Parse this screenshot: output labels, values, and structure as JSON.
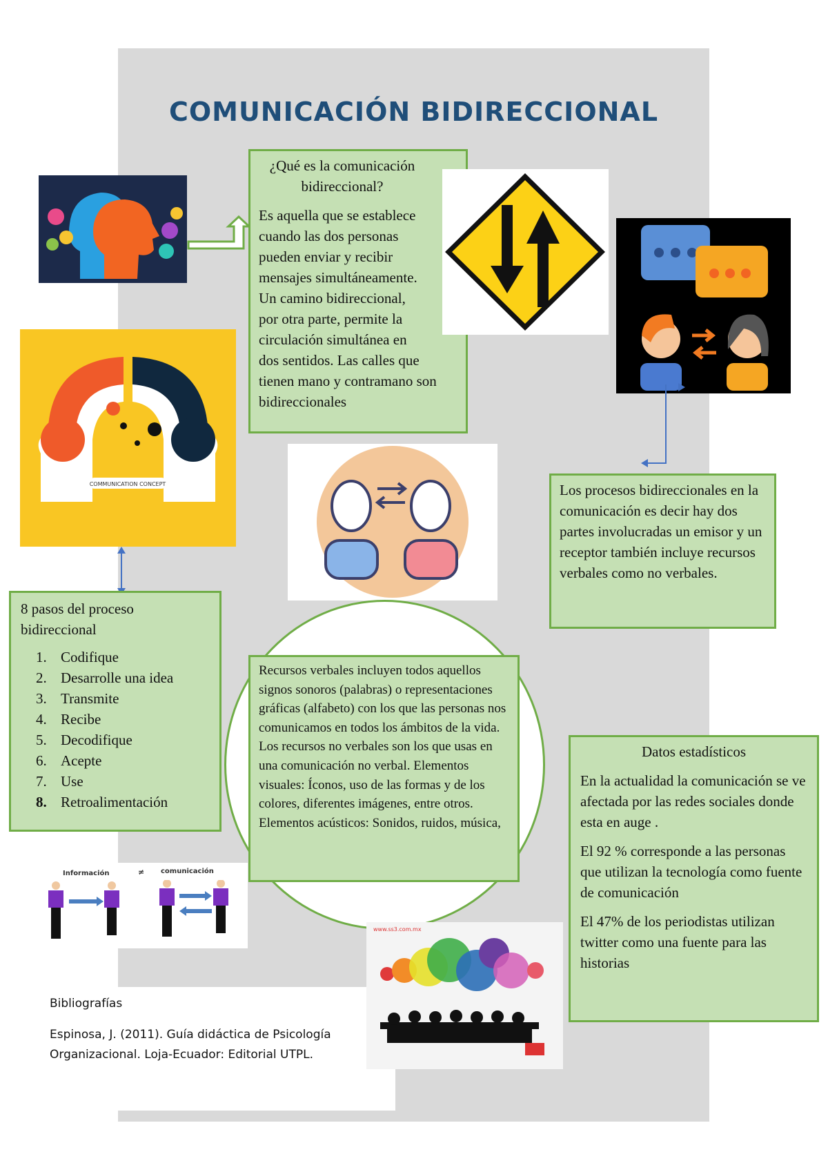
{
  "title": "COMUNICACIÓN BIDIRECCIONAL",
  "question_box": {
    "heading": "¿Qué es la comunicación bidireccional?",
    "body": "Es aquella que se establece cuando las dos personas pueden enviar y recibir mensajes simultáneamente. Un camino bidireccional, por otra parte, permite la circulación simultánea en dos sentidos. Las calles que tienen mano y contramano son bidireccionales"
  },
  "process_box": {
    "body": "Los procesos bidireccionales en la comunicación es decir hay dos partes involucradas un emisor y un receptor también incluye recursos verbales como no verbales."
  },
  "steps_box": {
    "heading": "8 pasos del proceso bidireccional",
    "steps": [
      {
        "n": "1.",
        "label": "Codifique"
      },
      {
        "n": "2.",
        "label": "Desarrolle una idea"
      },
      {
        "n": "3.",
        "label": "Transmite"
      },
      {
        "n": "4.",
        "label": "Recibe"
      },
      {
        "n": "5.",
        "label": "Decodifique"
      },
      {
        "n": "6.",
        "label": "Acepte"
      },
      {
        "n": "7.",
        "label": "Use"
      },
      {
        "n": "8.",
        "label": "Retroalimentación"
      }
    ]
  },
  "resources_box": {
    "body": "Recursos verbales incluyen todos aquellos signos sonoros (palabras) o representaciones gráficas (alfabeto) con los que las personas nos comunicamos en todos los ámbitos de la vida. Los recursos no verbales son los que usas en una comunicación no verbal. Elementos visuales: Íconos, uso de las formas y de los colores, diferentes imágenes, entre otros. Elementos acústicos: Sonidos, ruidos, música,"
  },
  "stats_box": {
    "heading": "Datos estadísticos",
    "paragraphs": [
      "En la actualidad la comunicación se ve afectada por las redes sociales donde esta en auge .",
      "El 92 % corresponde a las personas que utilizan la tecnología como fuente de comunicación",
      "El 47% de los periodistas utilizan twitter como una fuente para las historias"
    ]
  },
  "info_image": {
    "left_label": "Información",
    "symbol": "≠",
    "right_label": "comunicación"
  },
  "bubbles_image": {
    "url_text": "www.ss3.com.mx"
  },
  "yellow_image": {
    "caption": "COMMUNICATION CONCEPT"
  },
  "bibliography": {
    "title": "Bibliografías",
    "entry_line1": "Espinosa, J. (2011). Guía didáctica de Psicología",
    "entry_line2": "Organizacional. Loja-Ecuador: Editorial UTPL."
  },
  "colors": {
    "title": "#1f4e79",
    "box_fill": "#c5e0b4",
    "box_border": "#70ad47",
    "connector": "#4472c4",
    "panel": "#d9d9d9"
  }
}
